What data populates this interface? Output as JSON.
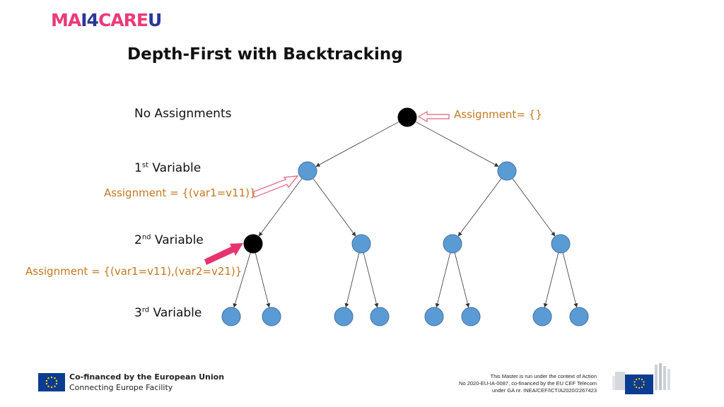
{
  "logo": {
    "part1": "MA",
    "part2": "I4",
    "part3": "CARE",
    "part4": "U"
  },
  "title": "Depth-First with Backtracking",
  "levels": [
    {
      "text": "No Assignments"
    },
    {
      "prefix": "1",
      "sup": "st",
      "suffix": " Variable"
    },
    {
      "prefix": "2",
      "sup": "nd",
      "suffix": " Variable"
    },
    {
      "prefix": "3",
      "sup": "rd",
      "suffix": " Variable"
    }
  ],
  "assignments": {
    "root": "Assignment= {}",
    "level1": "Assignment = {(var1=v11)}",
    "level2": "Assignment = {(var1=v11),(var2=v21)}"
  },
  "colors": {
    "visited_node": "#000000",
    "node": "#5b9bd5",
    "node_stroke": "#41719c",
    "assignment_text": "#c4781f",
    "outline_arrow": "#e8607a",
    "filled_arrow": "#e8336d"
  },
  "footer": {
    "eu_line1": "Co-financed by the European Union",
    "eu_line2": "Connecting Europe Facility",
    "note_line1": "This Master is run under the context of Action",
    "note_line2": "No 2020-EU-IA-0087, co-financed by the EU CEF Telecom",
    "note_line3": "under GA nr. INEA/CEF/ICT/A2020/2267423"
  }
}
